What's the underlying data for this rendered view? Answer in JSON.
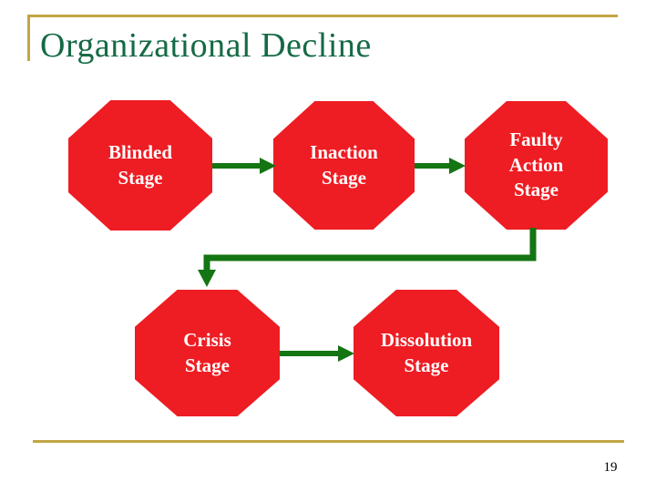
{
  "slide": {
    "title": "Organizational Decline",
    "page_number": "19"
  },
  "diagram": {
    "stages": [
      {
        "id": "blinded",
        "label": "Blinded\nStage"
      },
      {
        "id": "inaction",
        "label": "Inaction\nStage"
      },
      {
        "id": "faulty-action",
        "label": "Faulty\nAction\nStage"
      },
      {
        "id": "crisis",
        "label": "Crisis\nStage"
      },
      {
        "id": "dissolution",
        "label": "Dissolution\nStage"
      }
    ],
    "connections": [
      {
        "from": "blinded",
        "to": "inaction"
      },
      {
        "from": "inaction",
        "to": "faulty-action"
      },
      {
        "from": "faulty-action",
        "to": "crisis"
      },
      {
        "from": "crisis",
        "to": "dissolution"
      }
    ]
  },
  "theme": {
    "stage-red": "#ee1c23",
    "arrow-green": "#147513",
    "title-green": "#156a45",
    "rule-gold": "#c2a545",
    "page-number-color": "#000000"
  }
}
